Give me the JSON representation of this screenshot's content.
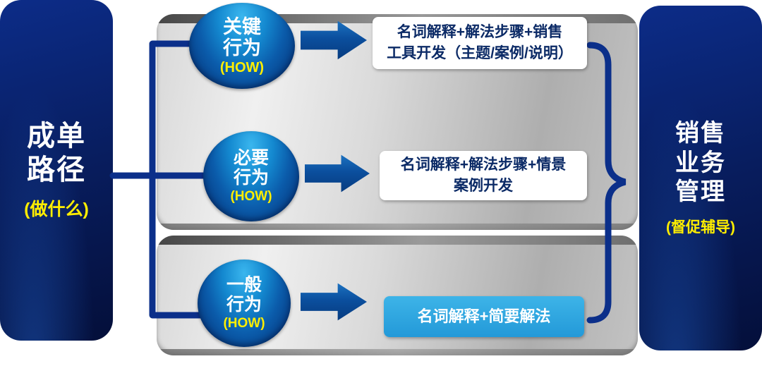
{
  "left_panel": {
    "line1": "成单",
    "line2": "路径",
    "subtitle": "(做什么)"
  },
  "right_panel": {
    "line1": "销售",
    "line2": "业务",
    "line3": "管理",
    "subtitle": "(督促辅导)"
  },
  "rows": [
    {
      "circle_line1": "关键",
      "circle_line2": "行为",
      "circle_sub": "(HOW)",
      "box_line1": "名词解释+解法步骤+销售",
      "box_line2": "工具开发（主题/案例/说明）"
    },
    {
      "circle_line1": "必要",
      "circle_line2": "行为",
      "circle_sub": "(HOW)",
      "box_line1": "名词解释+解法步骤+情景",
      "box_line2": "案例开发"
    },
    {
      "circle_line1": "一般",
      "circle_line2": "行为",
      "circle_sub": "(HOW)",
      "box_line1": "名词解释+简要解法"
    }
  ],
  "colors": {
    "panel_navy": "#071d5e",
    "connector_blue": "#0b2f8a",
    "circle_blue": "#0b5cab",
    "cyan_box": "#2ba7e0",
    "yellow": "#ffee00",
    "metal_gray": "#c9c9c9"
  }
}
